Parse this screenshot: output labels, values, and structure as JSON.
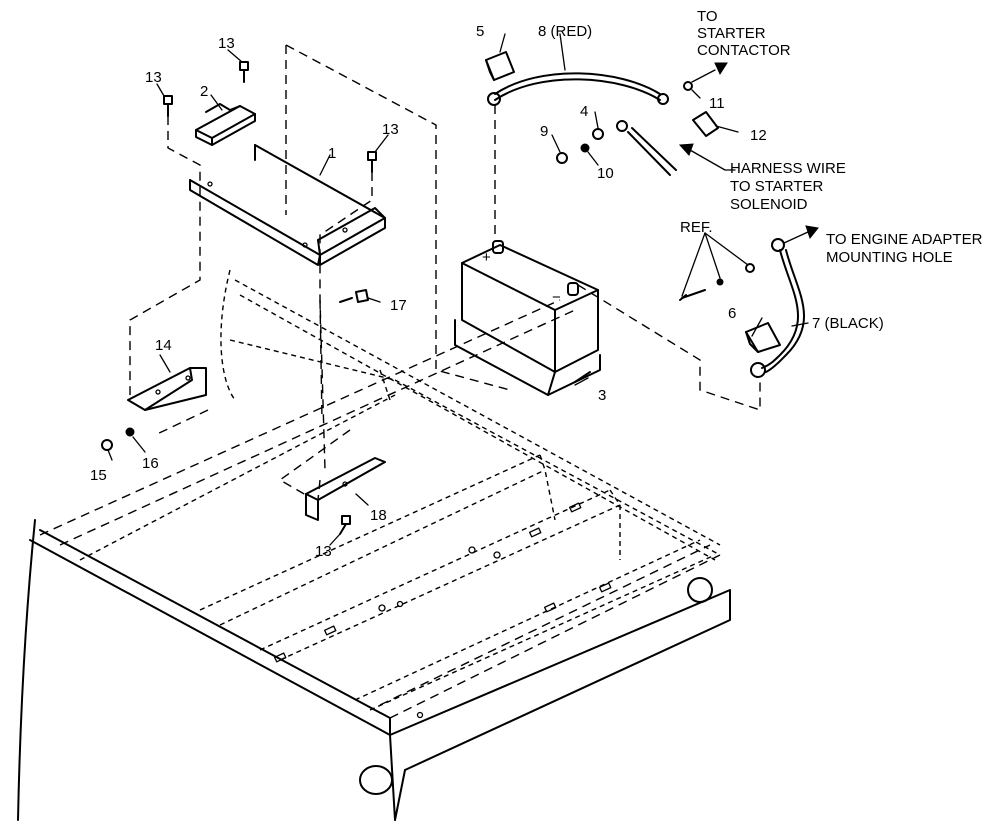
{
  "callouts": {
    "c1": "1",
    "c2": "2",
    "c3": "3",
    "c4": "4",
    "c5": "5",
    "c6": "6",
    "c7": "7 (BLACK)",
    "c8": "8 (RED)",
    "c9": "9",
    "c10": "10",
    "c11": "11",
    "c12": "12",
    "c13a": "13",
    "c13b": "13",
    "c13c": "13",
    "c13d": "13",
    "c14": "14",
    "c15": "15",
    "c16": "16",
    "c17": "17",
    "c18": "18"
  },
  "notes": {
    "starter_contactor": [
      "TO",
      "STARTER",
      "CONTACTOR"
    ],
    "harness_wire": [
      "HARNESS WIRE",
      "TO STARTER",
      "SOLENOID"
    ],
    "engine_adapter": [
      "TO ENGINE ADAPTER",
      "MOUNTING HOLE"
    ],
    "ref": "REF."
  },
  "battery_terminals": {
    "positive": "+",
    "negative": "−"
  }
}
